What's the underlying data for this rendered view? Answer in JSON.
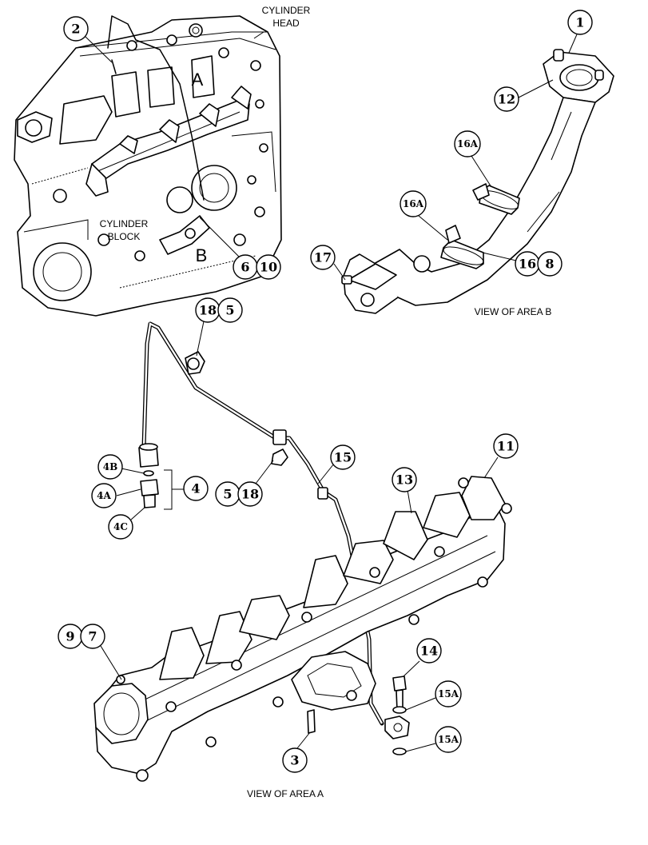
{
  "labels": {
    "cylinder_head_l1": "CYLINDER",
    "cylinder_head_l2": "HEAD",
    "cylinder_block_l1": "CYLINDER",
    "cylinder_block_l2": "BLOCK",
    "area_a": "A",
    "area_b": "B",
    "view_b": "VIEW OF AREA B",
    "view_a": "VIEW OF AREA A"
  },
  "callouts": {
    "c1": "1",
    "c2": "2",
    "c12": "12",
    "c16a_top": "16A",
    "c16a_mid": "16A",
    "c16": "16",
    "c8": "8",
    "c17": "17",
    "c6": "6",
    "c10": "10",
    "c18_top": "18",
    "c5_top": "5",
    "c4b": "4B",
    "c4a": "4A",
    "c4c": "4C",
    "c4": "4",
    "c5_mid": "5",
    "c18_mid": "18",
    "c15": "15",
    "c13": "13",
    "c11": "11",
    "c9": "9",
    "c7": "7",
    "c14": "14",
    "c15a_top": "15A",
    "c15a_bot": "15A",
    "c3": "3"
  }
}
